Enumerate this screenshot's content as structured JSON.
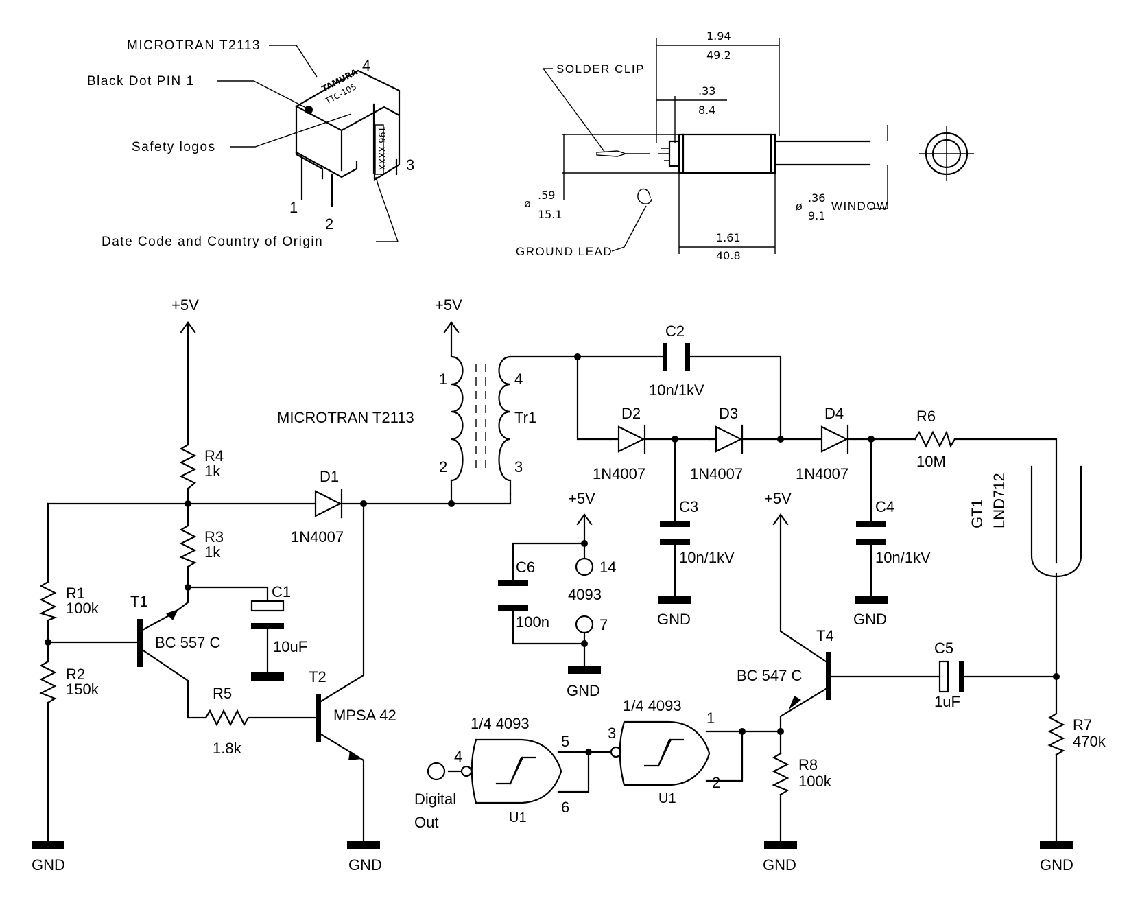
{
  "transformer_view": {
    "part_label": "MICROTRAN T2113",
    "pin1_label": "Black Dot PIN 1",
    "safety_label": "Safety logos",
    "date_code_label": "Date Code and Country of Origin",
    "brand_text": "TAMURA",
    "model_text": "TTC-105",
    "side_code": "196-XXXX",
    "pins": [
      "1",
      "2",
      "3",
      "4"
    ]
  },
  "tube_view": {
    "solder_clip_label": "SOLDER CLIP",
    "ground_lead_label": "GROUND LEAD",
    "window_label": "WINDOW",
    "diameter_symbol": "ø",
    "length_total": {
      "in": "1.94",
      "mm": "49.2"
    },
    "clip_offset": {
      "in": ".33",
      "mm": "8.4"
    },
    "body_length": {
      "in": "1.61",
      "mm": "40.8"
    },
    "outer_diameter": {
      "in": ".59",
      "mm": "15.1"
    },
    "window_diameter": {
      "in": ".36",
      "mm": "9.1"
    }
  },
  "schematic": {
    "supply": "+5V",
    "ground": "GND",
    "transformer": {
      "ref": "Tr1",
      "part": "MICROTRAN T2113",
      "pins": [
        "1",
        "2",
        "3",
        "4"
      ]
    },
    "resistors": {
      "R1": {
        "ref": "R1",
        "value": "100k"
      },
      "R2": {
        "ref": "R2",
        "value": "150k"
      },
      "R3": {
        "ref": "R3",
        "value": "1k"
      },
      "R4": {
        "ref": "R4",
        "value": "1k"
      },
      "R5": {
        "ref": "R5",
        "value": "1.8k"
      },
      "R6": {
        "ref": "R6",
        "value": "10M"
      },
      "R7": {
        "ref": "R7",
        "value": "470k"
      },
      "R8": {
        "ref": "R8",
        "value": "100k"
      }
    },
    "capacitors": {
      "C1": {
        "ref": "C1",
        "value": "10uF"
      },
      "C2": {
        "ref": "C2",
        "value": "10n/1kV"
      },
      "C3": {
        "ref": "C3",
        "value": "10n/1kV"
      },
      "C4": {
        "ref": "C4",
        "value": "10n/1kV"
      },
      "C5": {
        "ref": "C5",
        "value": "1uF"
      },
      "C6": {
        "ref": "C6",
        "value": "100n"
      }
    },
    "diodes": {
      "D1": {
        "ref": "D1",
        "part": "1N4007"
      },
      "D2": {
        "ref": "D2",
        "part": "1N4007"
      },
      "D3": {
        "ref": "D3",
        "part": "1N4007"
      },
      "D4": {
        "ref": "D4",
        "part": "1N4007"
      }
    },
    "transistors": {
      "T1": {
        "ref": "T1",
        "part": "BC 557 C"
      },
      "T2": {
        "ref": "T2",
        "part": "MPSA 42"
      },
      "T4": {
        "ref": "T4",
        "part": "BC 547 C"
      }
    },
    "tube": {
      "ref": "GT1",
      "part": "LND712"
    },
    "ic": {
      "chip": "4093",
      "power_pins": [
        "14",
        "7"
      ],
      "gate_a": {
        "label": "1/4 4093",
        "unit": "U1",
        "pins": [
          "4",
          "5",
          "6"
        ]
      },
      "gate_b": {
        "label": "1/4 4093",
        "unit": "U1",
        "pins": [
          "3",
          "1",
          "2"
        ]
      }
    },
    "output_label": [
      "Digital",
      "Out"
    ]
  }
}
